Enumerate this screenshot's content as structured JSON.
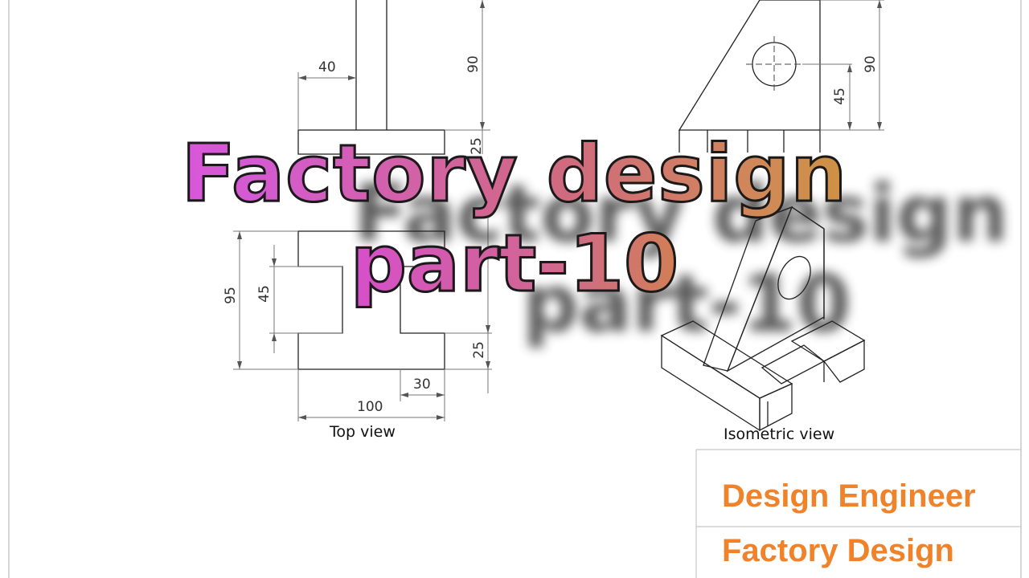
{
  "title": {
    "line1": "Factory design",
    "line2": "part-10"
  },
  "views": {
    "top_view_label": "Top view",
    "isometric_view_label": "Isometric view"
  },
  "dimensions": {
    "d40": "40",
    "d90_front": "90",
    "d25_front": "25",
    "d95": "95",
    "d45_top": "45",
    "d25_top": "25",
    "d30": "30",
    "d100": "100",
    "d90_side": "90",
    "d45_side": "45"
  },
  "title_block": {
    "line1": "Design Engineer",
    "line2": "Factory Design"
  },
  "colors": {
    "title_block_text": "#f0822a",
    "drawing_lines": "#222222"
  }
}
